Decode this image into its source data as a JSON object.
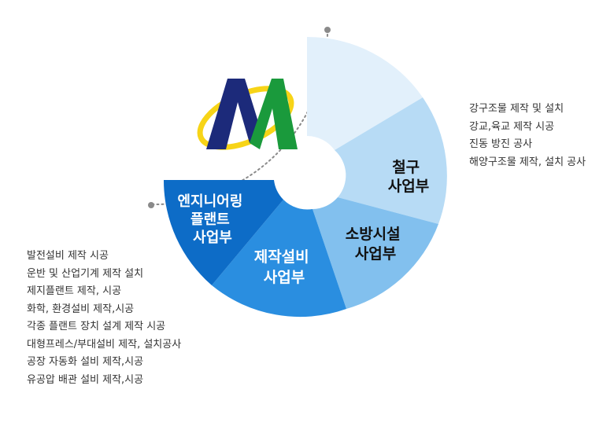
{
  "colors": {
    "empty_segment": "#e2f0fb",
    "steel": "#b7dbf5",
    "fire": "#82c0ee",
    "equipment": "#2a8ee0",
    "engineering": "#0d6cc7",
    "dotted_line": "#8a8a8a",
    "logo_yellow": "#f7d417",
    "logo_navy": "#1c2a7a",
    "logo_green": "#1a9a3c"
  },
  "segments": {
    "steel": {
      "line1": "철구",
      "line2": "사업부"
    },
    "fire": {
      "line1": "소방시설",
      "line2": "사업부"
    },
    "equipment": {
      "line1": "제작설비",
      "line2": "사업부"
    },
    "engineering": {
      "line1": "엔지니어링",
      "line2": "플랜트",
      "line3": "사업부"
    }
  },
  "descriptions": {
    "steel": [
      "강구조물 제작 및 설치",
      "강교,육교 제작 시공",
      "진동 방진 공사",
      "해양구조물 제작, 설치 공사"
    ],
    "plant": [
      "발전설비 제작 시공",
      "운반 및 산업기계 제작 설치",
      "제지플랜트 제작, 시공",
      "화학, 환경설비 제작,시공",
      "각종 플랜트 장치 설계 제작 시공",
      "대형프레스/부대설비 제작, 설치공사",
      "공장 자동화 설비 제작,시공",
      "유공압 배관 설비 제작,시공"
    ]
  },
  "logo": {
    "letter": "M"
  }
}
